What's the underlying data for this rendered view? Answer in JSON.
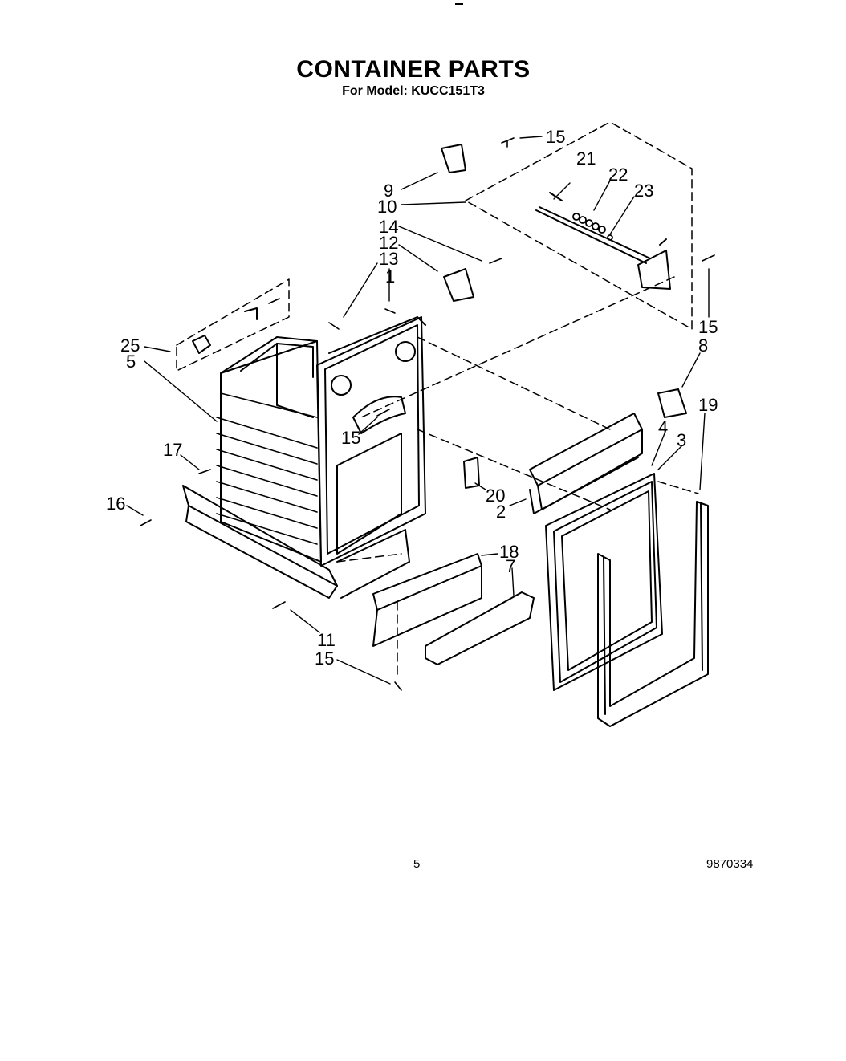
{
  "header": {
    "title": "CONTAINER PARTS",
    "subtitle": "For Model: KUCC151T3"
  },
  "callouts": [
    "1",
    "2",
    "3",
    "4",
    "5",
    "7",
    "8",
    "9",
    "10",
    "11",
    "12",
    "13",
    "14",
    "15",
    "16",
    "17",
    "18",
    "19",
    "20",
    "21",
    "22",
    "23",
    "25"
  ],
  "callout_15_repeats": [
    "15",
    "15",
    "15",
    "15"
  ],
  "footer": {
    "page_number": "5",
    "document_number": "9870334"
  }
}
